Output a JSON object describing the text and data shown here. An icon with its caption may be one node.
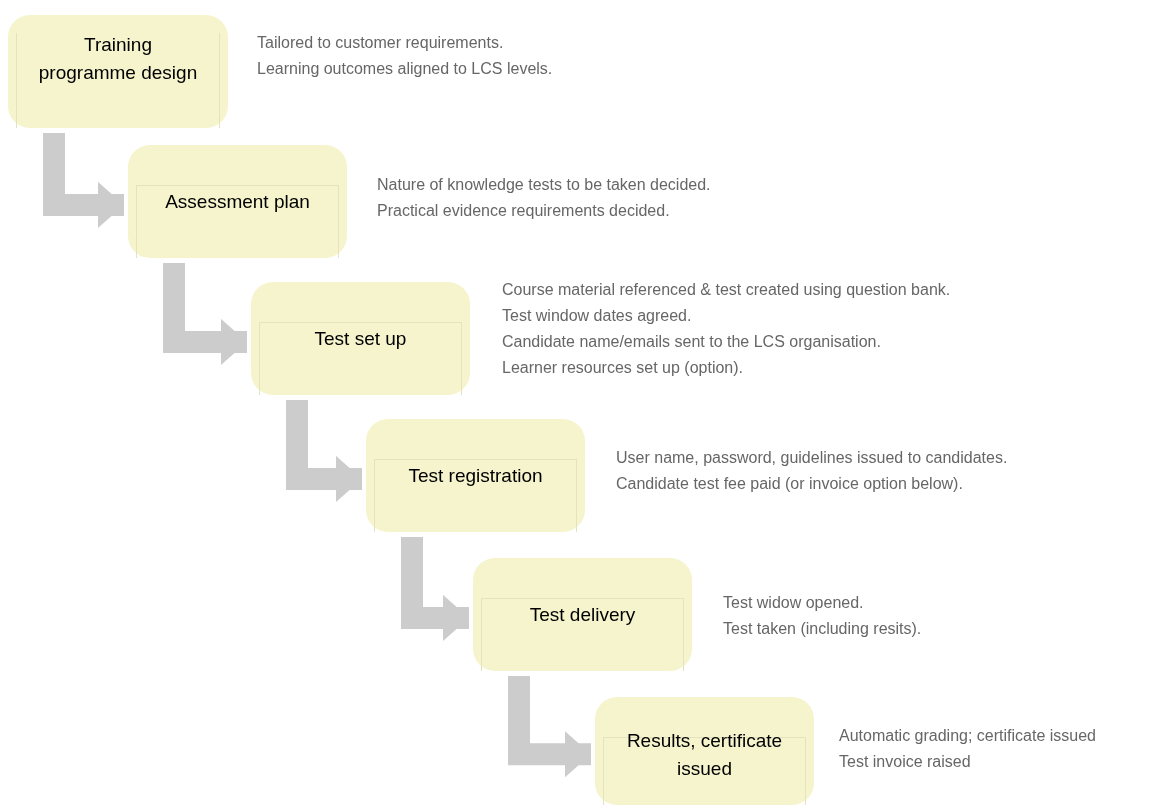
{
  "diagram": {
    "nodes": [
      {
        "text": [
          "Training programme design"
        ],
        "beside": [
          "Tailored to customer requirements.",
          "Learning outcomes aligned to LCS levels."
        ]
      },
      {
        "text": [
          "Assessment plan"
        ],
        "beside": [
          "Nature of knowledge tests to be taken decided.",
          "Practical evidence requirements decided."
        ]
      },
      {
        "text": [
          "Test set up"
        ],
        "beside": [
          "Course material referenced & test created using question bank.",
          "Test window dates agreed.",
          "Candidate name/emails sent to the LCS organisation.",
          "Learner resources set up (option)."
        ]
      },
      {
        "text": [
          "Test registration"
        ],
        "beside": [
          "User name, password, guidelines issued to candidates.",
          "Candidate test fee paid (or invoice option below)."
        ]
      },
      {
        "text": [
          "Test delivery"
        ],
        "beside": [
          "Test widow opened.",
          "Test taken (including resits)."
        ]
      },
      {
        "text": [
          "Results, certificate issued"
        ],
        "beside": [
          "Automatic grading; certificate issued",
          "Test invoice raised"
        ]
      }
    ],
    "edges": [
      {
        "from": 0,
        "to": 1,
        "arrow": "to"
      },
      {
        "from": 1,
        "to": 2,
        "arrow": "to"
      },
      {
        "from": 2,
        "to": 3,
        "arrow": "to"
      },
      {
        "from": 3,
        "to": 4,
        "arrow": "to"
      },
      {
        "from": 4,
        "to": 5,
        "arrow": "to"
      }
    ]
  }
}
